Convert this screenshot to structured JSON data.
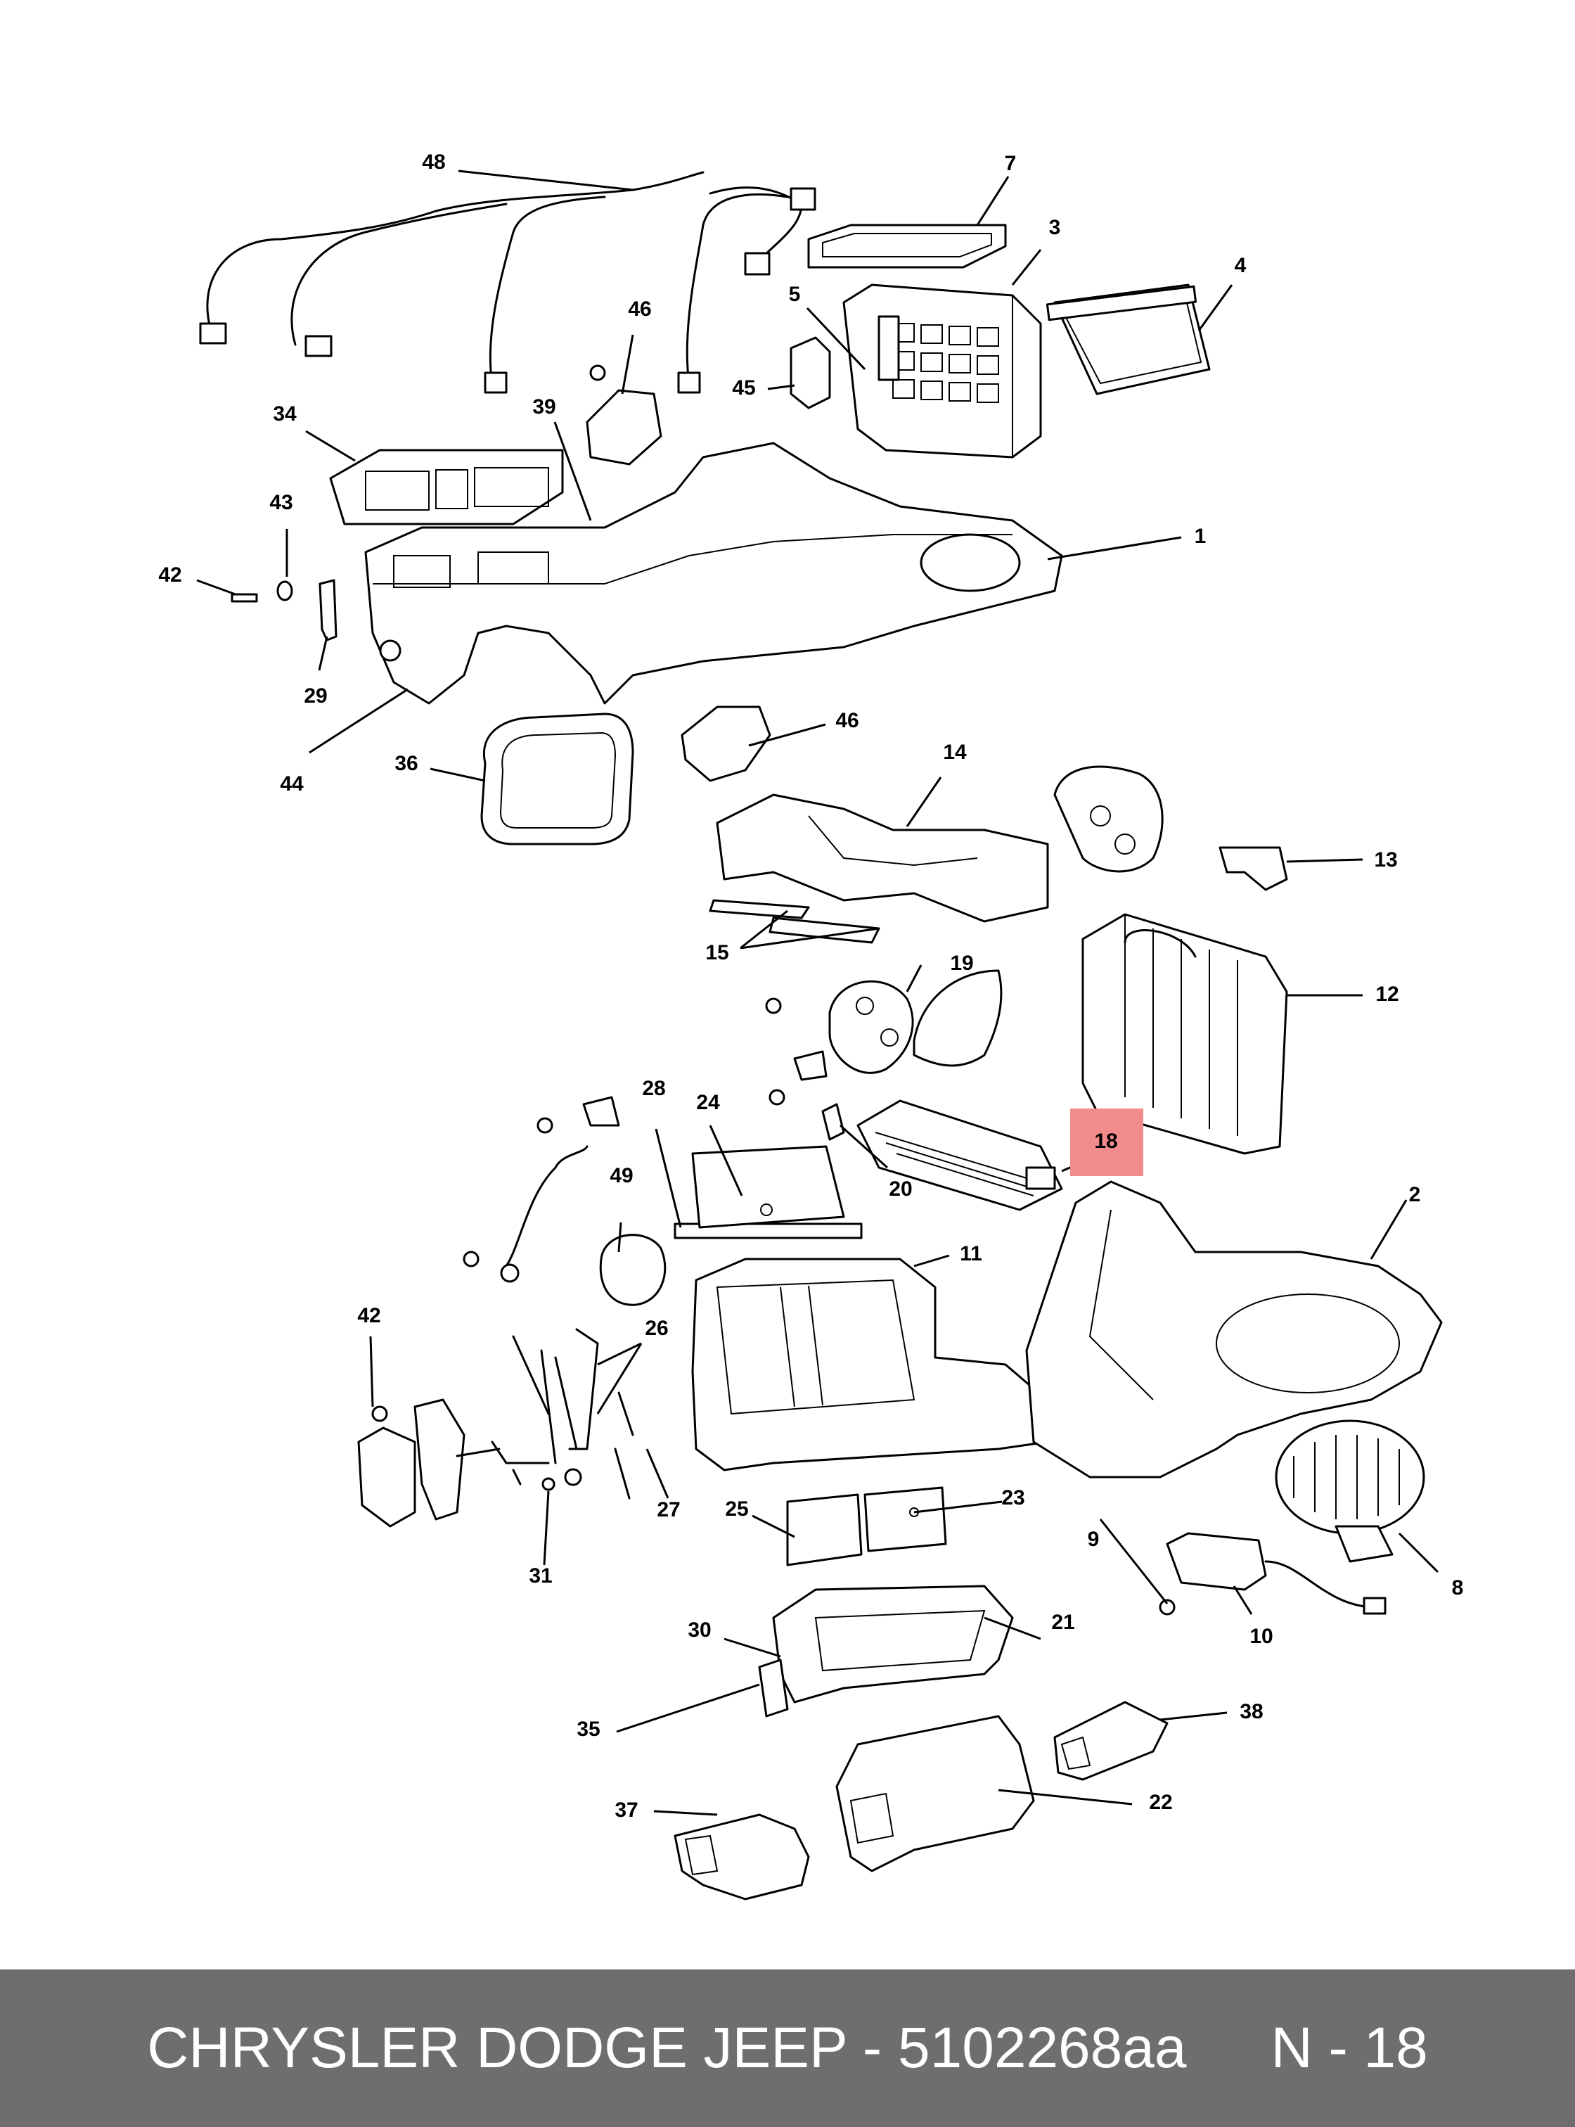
{
  "footer": {
    "brand_part": "CHRYSLER DODGE JEEP - 5102268aa",
    "page_ref": "N - 18"
  },
  "highlight_color": "#f28b8b",
  "highlighted_callout": "18",
  "callouts": {
    "c1": "1",
    "c2": "2",
    "c3": "3",
    "c4": "4",
    "c5": "5",
    "c7": "7",
    "c8": "8",
    "c9": "9",
    "c10": "10",
    "c11": "11",
    "c12": "12",
    "c13": "13",
    "c14": "14",
    "c15": "15",
    "c18": "18",
    "c19": "19",
    "c20": "20",
    "c21": "21",
    "c22": "22",
    "c23": "23",
    "c24": "24",
    "c25": "25",
    "c26": "26",
    "c27": "27",
    "c28": "28",
    "c29": "29",
    "c30": "30",
    "c31": "31",
    "c34": "34",
    "c35": "35",
    "c36": "36",
    "c37": "37",
    "c38": "38",
    "c39": "39",
    "c42a": "42",
    "c42b": "42",
    "c43": "43",
    "c44": "44",
    "c45": "45",
    "c46a": "46",
    "c46b": "46",
    "c48": "48",
    "c49": "49"
  }
}
